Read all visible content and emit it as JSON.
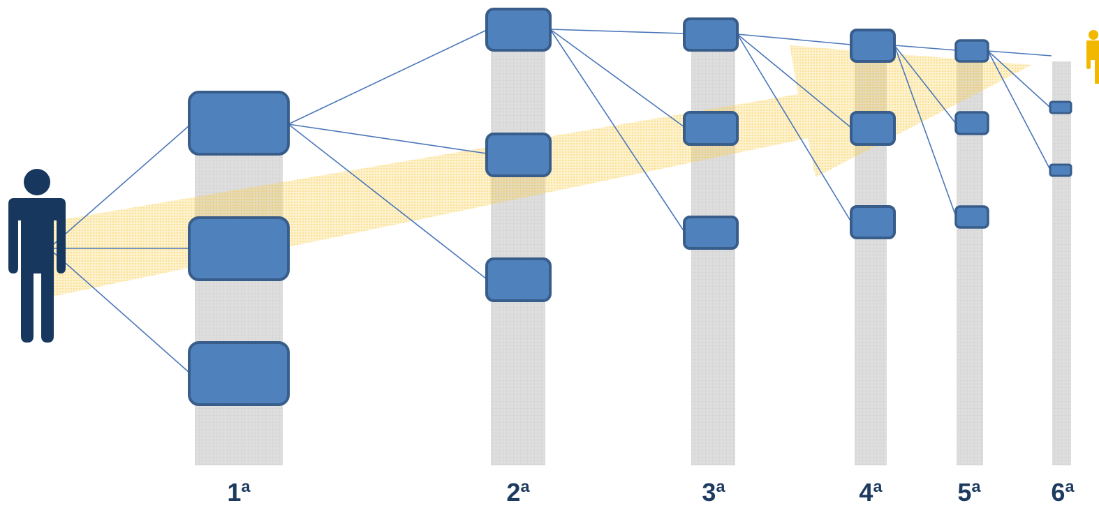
{
  "diagram": {
    "levels": [
      {
        "label": "1ª",
        "boxes": 3
      },
      {
        "label": "2ª",
        "boxes": 3
      },
      {
        "label": "3ª",
        "boxes": 3
      },
      {
        "label": "4ª",
        "boxes": 3
      },
      {
        "label": "5ª",
        "boxes": 3
      },
      {
        "label": "6ª",
        "boxes": 2
      }
    ],
    "start_figure": "person-icon",
    "end_figure": "person-icon",
    "colors": {
      "box_fill": "#4f81bd",
      "box_stroke": "#385d8a",
      "connector": "#4a76b8",
      "column": "#d9d9d9",
      "arrow": "#fbd45e",
      "start_person": "#17375e",
      "end_person": "#f2b800",
      "label": "#1d3a5f"
    }
  }
}
